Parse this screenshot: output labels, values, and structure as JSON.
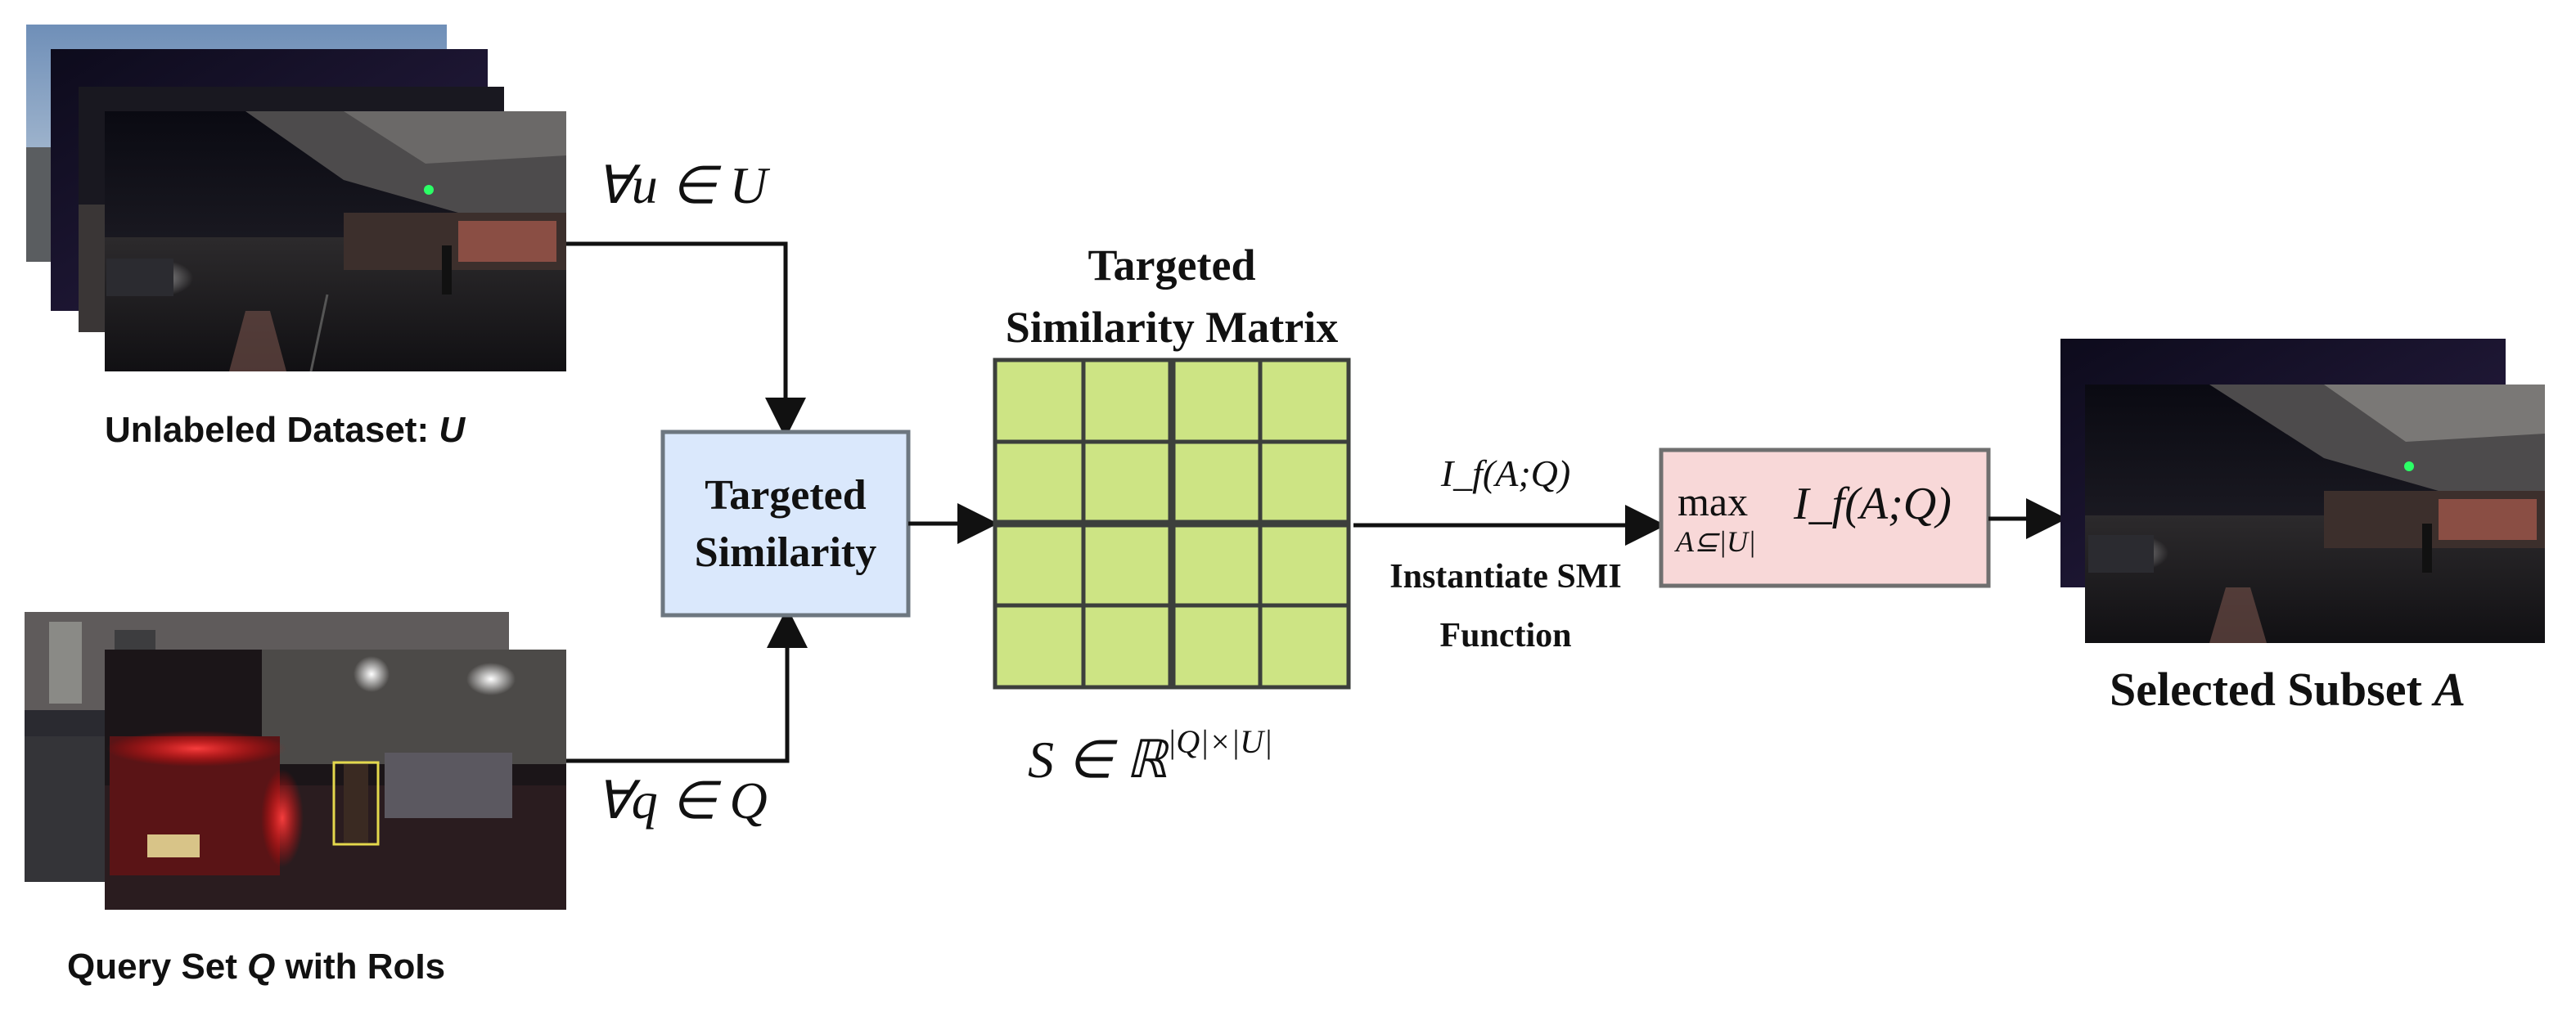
{
  "unlabeled": {
    "caption_prefix": "Unlabeled Dataset: ",
    "caption_var": "U",
    "quantifier": "∀u ∈ U"
  },
  "query": {
    "caption_prefix": "Query Set ",
    "caption_var": "Q",
    "caption_suffix": " with RoIs",
    "quantifier": "∀q ∈ Q"
  },
  "similarity_box": {
    "line1": "Targeted",
    "line2": "Similarity",
    "fill": "#dae8fc"
  },
  "matrix": {
    "title_line1": "Targeted",
    "title_line2": "Similarity Matrix",
    "formula_base": "S ∈ ℝ",
    "formula_exp": "|Q|×|U|",
    "fill": "#cde484"
  },
  "smi": {
    "arrow_label": "I_f(A;Q)",
    "caption_line1": "Instantiate SMI",
    "caption_line2": "Function"
  },
  "max_box": {
    "op": "max",
    "sub": "A⊆|U|",
    "expr": "I_f(A;Q)",
    "fill": "#f8d8d8"
  },
  "selected": {
    "caption_prefix": "Selected Subset ",
    "caption_var": "A"
  }
}
